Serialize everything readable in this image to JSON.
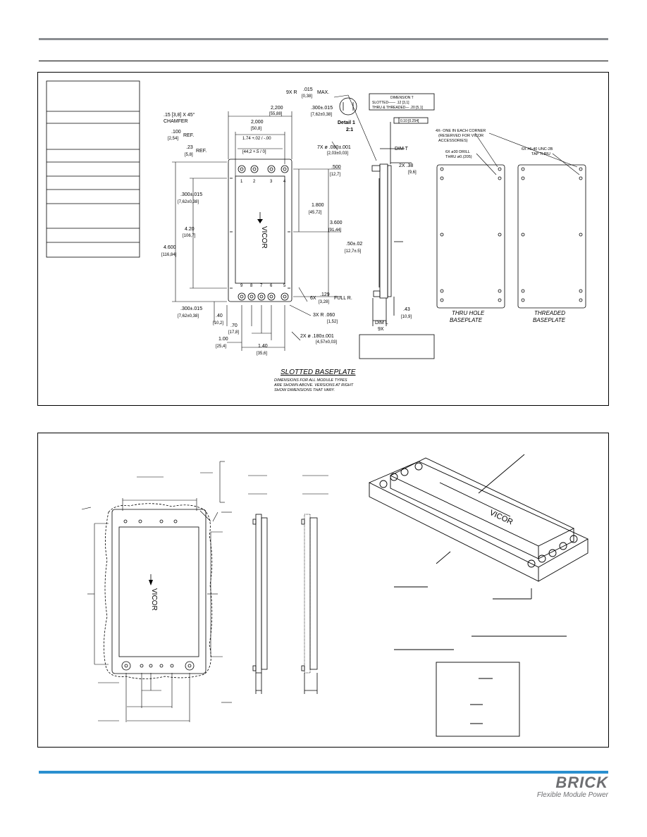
{
  "header": {
    "rule_color": "#8a8d91"
  },
  "footer": {
    "rule_color": "#2a8fcf",
    "logo": "BRICK",
    "tagline": "Flexible Module Power"
  },
  "drawing1": {
    "top_labels": {
      "radius": "9X R",
      "radius_max": ".015",
      "radius_max_mm": "[0,38]",
      "max": "MAX.",
      "detail": "Detail 1",
      "detail_scale": "2:1",
      "dim_t_title": "DIMENSION T",
      "dim_t_row1": "SLOTTED—— .12 [3,1]",
      "dim_t_row2": "THRU & THREADED— .20 [5,1]",
      "flatness": "0.10 [0.254]"
    },
    "left_dims": {
      "chamfer": ".15 [3,8] X 45°",
      "chamfer_word": "CHAMFER",
      "ref100": ".100",
      "ref100_mm": "[2,54]",
      "ref": "REF.",
      "ref23": ".23",
      "ref23_mm": "[5,8]",
      "ref2": "REF.",
      "w2200": "2,200",
      "w2200_mm": "[55,88]",
      "w2000": "2,000",
      "w2000_mm": "[50,8]",
      "w174": "1.74 +.02 / -.00",
      "w174_mm": "[44,2 +.5 / 0]",
      "w300": ".300±.015",
      "w300_mm": "[7,62±0,38]",
      "pin1": "1",
      "pin2": "2",
      "pin3": "3",
      "pin4": "4",
      "pin9": "9",
      "pin8": "8",
      "pin7": "7",
      "pin6": "6",
      "pin5": "5",
      "h300": ".300±.015",
      "h300_mm": "[7,62±0,38]",
      "h420": "4.20",
      "h420_mm": "[106,7]",
      "h4600": "4.600",
      "h4600_mm": "[116,84]",
      "hole7": "7X ø .080±.001",
      "hole7_mm": "[2,03±0,03]",
      "h500": ".500",
      "h500_mm": "[12,7]",
      "h1800": "1.800",
      "h1800_mm": "[45,72]",
      "h3600": "3.600",
      "h3600_mm": "[91,44]",
      "slot6": "6X",
      "slot6_v": ".129",
      "slot6_mm": "[3,28]",
      "full_r": "FULL R.",
      "r060": "3X R .060",
      "r060_mm": "[1,52]",
      "hole2": "2X ø .180±.001",
      "hole2_mm": "[4,57±0,03]",
      "b300": ".300±.015",
      "b300_mm": "[7,62±0,38]",
      "b40": ".40",
      "b40_mm": "[10,2]",
      "b70": ".70",
      "b70_mm": "[17,8]",
      "b100": "1.00",
      "b100_mm": "[25,4]",
      "b140": "1.40",
      "b140_mm": "[35,6]",
      "vicor": "VICOR"
    },
    "side_dims": {
      "dim_t": "DIM T",
      "t34": "2X .38",
      "t34_mm": "[9,6]",
      "h50": ".50±.02",
      "h50_mm": "[12,7±.5]",
      "h43": ".43",
      "h43_mm": "[10,9]",
      "dim_l": "DIM L",
      "dim_l_n": "9X"
    },
    "base_notes": {
      "corner1": "4X- ONE IN EACH CORNER",
      "corner2": "(RESERVED FOR VICOR",
      "corner3": "ACCESSORIES)",
      "drill1": "6X ø30 DRILL",
      "drill2": "THRU ø0.(205)",
      "tap1": "6X #6-40 UNC-2B",
      "tap2": "TAP THRU",
      "thru1": "THRU HOLE",
      "thru2": "BASEPLATE",
      "thr1": "THREADED",
      "thr2": "BASEPLATE"
    },
    "caption": {
      "title": "SLOTTED BASEPLATE",
      "line1": "DIMENSIONS FOR ALL MODULE TYPES",
      "line2": "ARE SHOWN ABOVE.  VERSIONS AT RIGHT",
      "line3": "SHOW DIMENSIONS THAT VARY."
    }
  },
  "drawing2": {
    "vicor": "VICOR"
  }
}
